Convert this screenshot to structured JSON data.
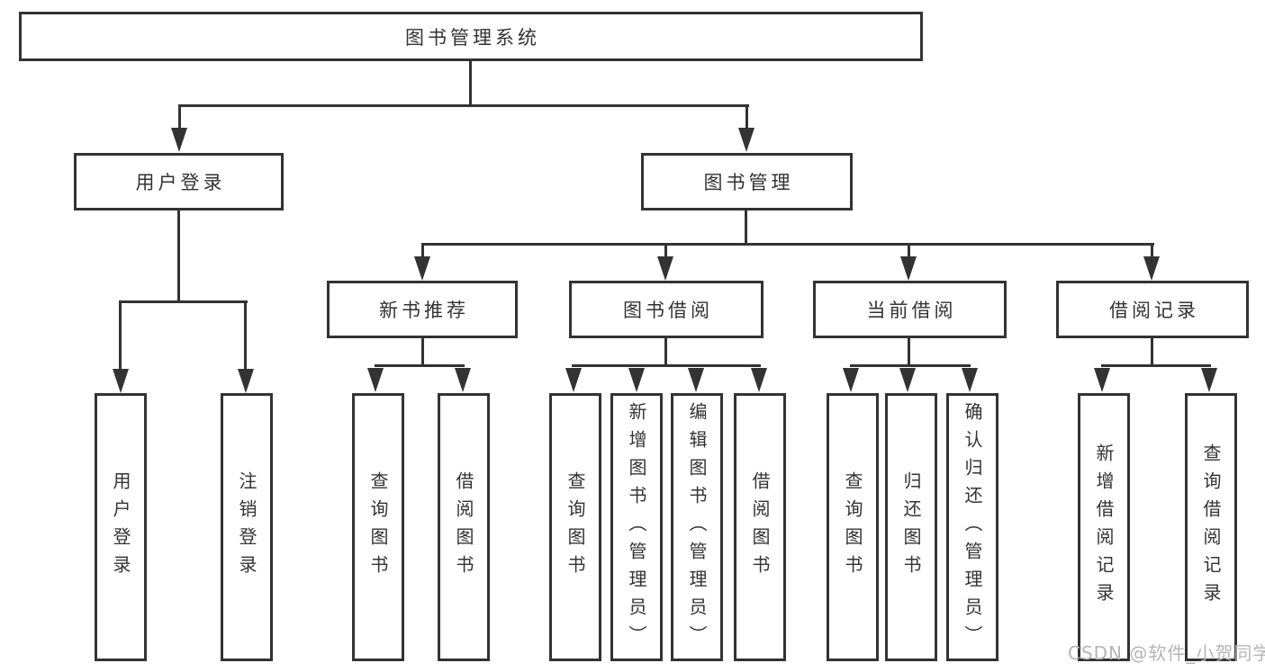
{
  "diagram": {
    "root": "图书管理系统",
    "login": {
      "label": "用户登录",
      "children": [
        "用户登录",
        "注销登录"
      ]
    },
    "mgmt": {
      "label": "图书管理"
    },
    "sections": [
      {
        "label": "新书推荐",
        "children": [
          "查询图书",
          "借阅图书"
        ]
      },
      {
        "label": "图书借阅",
        "children": [
          "查询图书",
          "新增图书（管理员）",
          "编辑图书（管理员）",
          "借阅图书"
        ]
      },
      {
        "label": "当前借阅",
        "children": [
          "查询图书",
          "归还图书",
          "确认归还（管理员）"
        ]
      },
      {
        "label": "借阅记录",
        "children": [
          "新增借阅记录",
          "查询借阅记录"
        ]
      }
    ]
  },
  "watermark": "CSDN @软件_小贺同学",
  "colors": {
    "line": "#333333",
    "text": "#333333",
    "watermark": "#b5b5b5",
    "background": "#ffffff"
  }
}
